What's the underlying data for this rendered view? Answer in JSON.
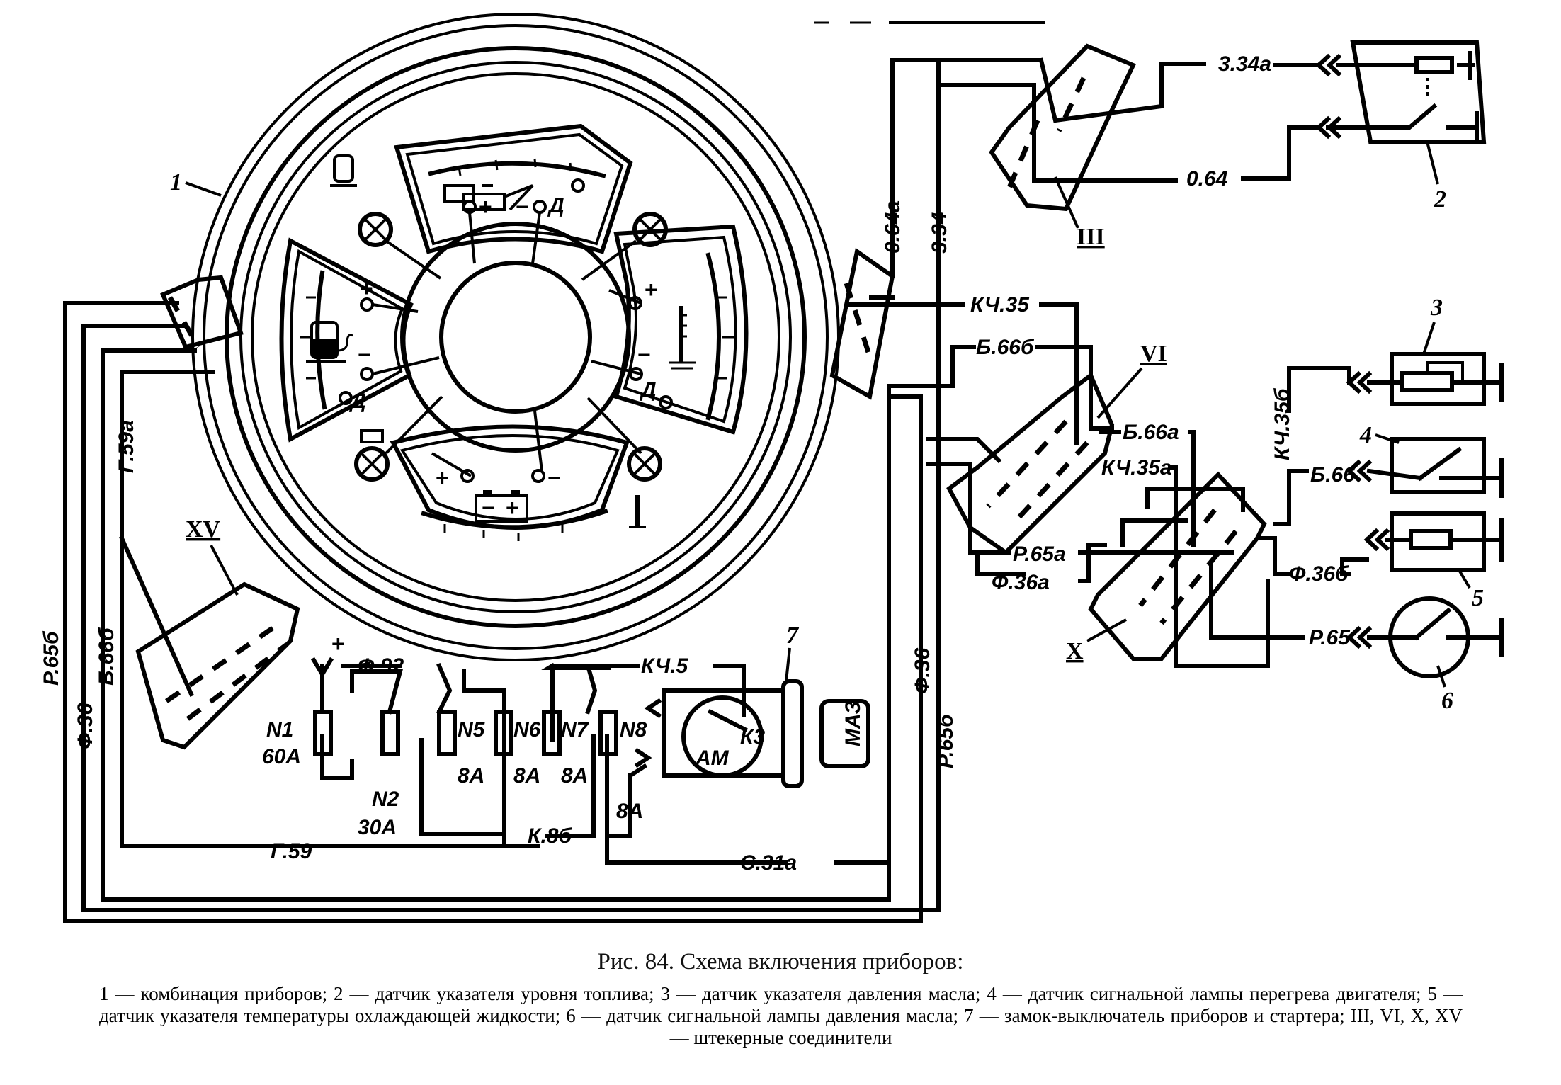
{
  "figure": {
    "title": "Рис. 84. Схема включения приборов:",
    "legend_text": "1 — комбинация приборов; 2 — датчик указателя уровня топлива; 3 — датчик указателя давления масла; 4 — датчик сигнальной лампы перегрева двигателя; 5 — датчик указателя температуры охлаждающей жидкости; 6 — датчик сигнальной лампы давления масла; 7 — замок-выключатель приборов и стартера; III, VI, X, XV — штекерные соединители",
    "legend_items": [
      {
        "id": "1",
        "text": "комбинация приборов"
      },
      {
        "id": "2",
        "text": "датчик указателя уровня топлива"
      },
      {
        "id": "3",
        "text": "датчик указателя давления масла"
      },
      {
        "id": "4",
        "text": "датчик сигнальной лампы перегрева двигателя"
      },
      {
        "id": "5",
        "text": "датчик указателя температуры охлаждающей жидкости"
      },
      {
        "id": "6",
        "text": "датчик сигнальной лампы давления масла"
      },
      {
        "id": "7",
        "text": "замок-выключатель приборов и стартера"
      },
      {
        "id": "III, VI, X, XV",
        "text": "штекерные соединители"
      }
    ]
  },
  "component_labels": {
    "c1": "1",
    "c2": "2",
    "c3": "3",
    "c4": "4",
    "c5": "5",
    "c6": "6",
    "c7": "7",
    "conn_III": "III",
    "conn_VI": "VI",
    "conn_X": "X",
    "conn_XV": "XV"
  },
  "wire_labels": {
    "w_334a": "3.34a",
    "w_064": "0.64",
    "w_064a": "0.64a",
    "w_334": "3.34",
    "w_kch35": "КЧ.35",
    "w_b66b": "Б.66б",
    "w_b66a": "Б.66а",
    "w_kch35a": "КЧ.35а",
    "w_kch35b": "КЧ.35б",
    "w_b66": "Б.66",
    "w_r65a": "Р.65а",
    "w_f36a": "Ф.36а",
    "w_f36b": "Ф.36б",
    "w_r65": "Р.65",
    "w_f36_right": "Ф.36",
    "w_r65b_right": "Р.65б",
    "w_g59a": "Г.59а",
    "w_r65b_left": "Р.65б",
    "w_b66b_left": "Б.66б",
    "w_f36_left": "Ф.36",
    "w_g59": "Г.59",
    "w_k8b": "К.8б",
    "w_c31a": "С.31а",
    "w_f92": "Ф.92",
    "w_kch5": "КЧ.5"
  },
  "fuses": [
    {
      "id": "N1",
      "rating": "60A"
    },
    {
      "id": "N2",
      "rating": "30A"
    },
    {
      "id": "N5",
      "rating": "8A"
    },
    {
      "id": "N6",
      "rating": "8A"
    },
    {
      "id": "N7",
      "rating": "8A"
    },
    {
      "id": "N8",
      "rating": "8A"
    }
  ],
  "ignition_switch": {
    "terminal_am": "АМ",
    "terminal_k3": "К3",
    "brand": "МАЗ"
  },
  "dial_terminals": {
    "plus": "+",
    "minus": "−",
    "sensor": "Д"
  },
  "supply_plus": "+"
}
